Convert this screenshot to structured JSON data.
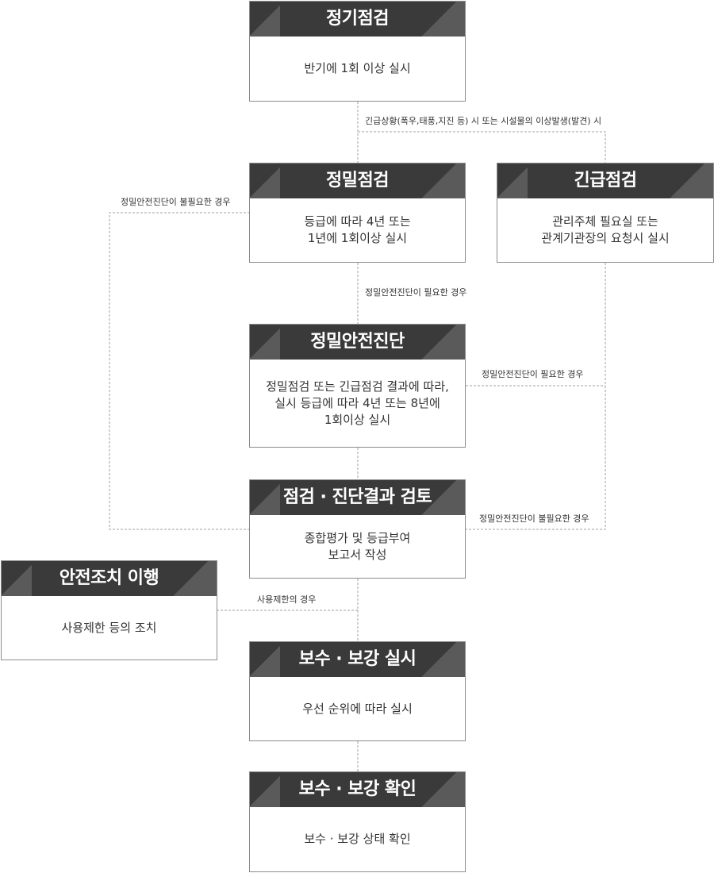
{
  "boxes": {
    "regular": {
      "title": "정기점검",
      "lines": [
        "반기에 1회 이상 실시"
      ]
    },
    "detailed": {
      "title": "정밀점검",
      "lines": [
        "등급에 따라 4년 또는",
        "1년에 1회이상  실시"
      ]
    },
    "emergency": {
      "title": "긴급점검",
      "lines": [
        "관리주체 필요실 또는",
        "관계기관장의 요청시 실시"
      ]
    },
    "diagnosis": {
      "title": "정밀안전진단",
      "lines": [
        "정밀점검 또는 긴급점검 결과에 따라,",
        "실시 등급에 따라 4년 또는 8년에",
        "1회이상 실시"
      ]
    },
    "review": {
      "title": "점검 · 진단결과 검토",
      "lines": [
        "종합평가 및 등급부여",
        "보고서 작성"
      ]
    },
    "safety": {
      "title": "안전조치 이행",
      "lines": [
        "사용제한 등의 조치"
      ]
    },
    "repair": {
      "title": "보수 · 보강 실시",
      "lines": [
        "우선 순위에 따라 실시"
      ]
    },
    "confirm": {
      "title": "보수 · 보강 확인",
      "lines": [
        "보수 · 보강 상태 확인"
      ]
    }
  },
  "labels": {
    "emergency_condition": "긴급상황(폭우,태풍,지진 등) 시 또는 시설물의 이상발생(발견) 시",
    "left_not_needed": "정밀안전진단이 불필요한 경우",
    "center_needed": "정밀안전진단이 필요한 경우",
    "right_needed": "정밀안전진단이 필요한 경우",
    "right_not_needed": "정밀안전진단이 불필요한 경우",
    "restricted_use": "사용제한의 경우"
  },
  "colors": {
    "header_bg": "#3a3a3a",
    "header_stripe": "#5a5a5a",
    "border": "#8c8c8c",
    "connector": "#a0a0a0"
  }
}
